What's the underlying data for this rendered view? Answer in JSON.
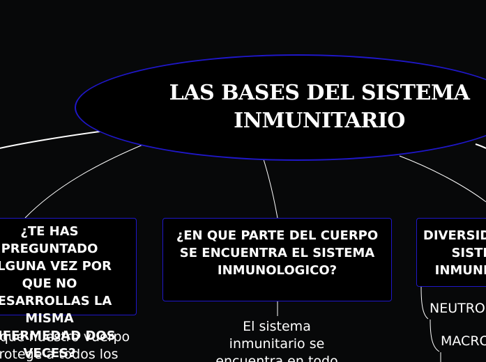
{
  "root": {
    "title": "LAS BASES DEL SISTEMA INMUNITARIO"
  },
  "topics": [
    {
      "id": "left",
      "title": "¿TE HAS PREGUNTADO ALGUNA VEZ POR QUE NO DESARROLLAS LA MISMA ENFERMEDAD DOS VECES?",
      "note": "Porque nuestro vuerpo protege a todos los"
    },
    {
      "id": "mid",
      "title": "¿EN QUE PARTE DEL CUERPO SE ENCUENTRA EL SISTEMA INMUNOLOGICO?",
      "note": "El sistema inmunitario se encuentra en todo"
    },
    {
      "id": "right",
      "title": "DIVERSIDAD DEL SISTEMA INMUNITARIO",
      "subtopics": [
        "NEUTROFILOS",
        "MACROFAGOS"
      ]
    }
  ],
  "colors": {
    "background": "#070809",
    "node_border": "#1f17c9",
    "node_fill": "#000000",
    "text": "#ffffff",
    "connector": "#ffffff"
  }
}
